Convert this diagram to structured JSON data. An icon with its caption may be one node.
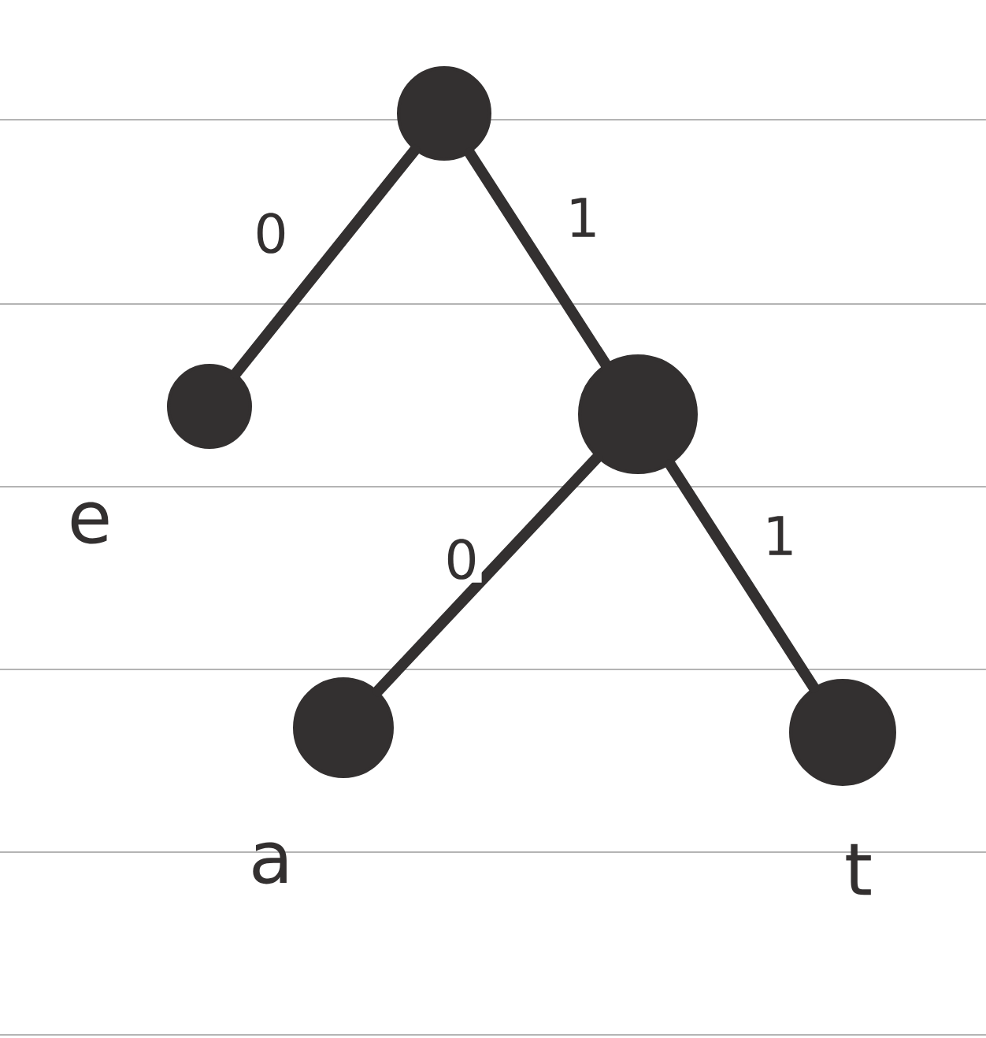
{
  "diagram": {
    "nodes": [
      {
        "text": [],
        "shape": "circle"
      },
      {
        "text": [],
        "shape": "circle",
        "beside": [
          "e"
        ]
      },
      {
        "text": [],
        "shape": "circle"
      },
      {
        "text": [],
        "shape": "circle",
        "beside": [
          "a"
        ]
      },
      {
        "text": [],
        "shape": "circle",
        "beside": [
          "t"
        ]
      }
    ],
    "edges": [
      {
        "from": 0,
        "to": 1,
        "arrow": "none",
        "label": "0"
      },
      {
        "from": 0,
        "to": 2,
        "arrow": "none",
        "label": "1"
      },
      {
        "from": 2,
        "to": 3,
        "arrow": "none",
        "label": "0"
      },
      {
        "from": 2,
        "to": 4,
        "arrow": "none",
        "label": "1"
      }
    ]
  }
}
